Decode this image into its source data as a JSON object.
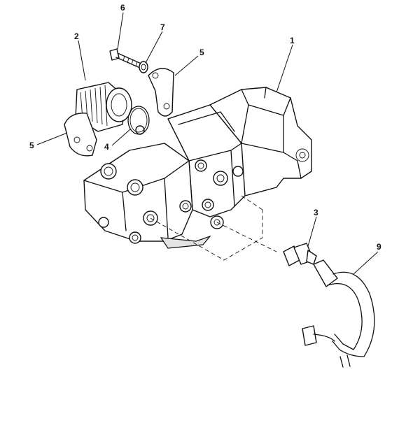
{
  "callouts": [
    {
      "id": "c1",
      "label": "1"
    },
    {
      "id": "c2",
      "label": "2"
    },
    {
      "id": "c3",
      "label": "3"
    },
    {
      "id": "c4",
      "label": "4"
    },
    {
      "id": "c5a",
      "label": "5"
    },
    {
      "id": "c5b",
      "label": "5"
    },
    {
      "id": "c6",
      "label": "6"
    },
    {
      "id": "c7",
      "label": "7"
    },
    {
      "id": "c9",
      "label": "9"
    }
  ]
}
